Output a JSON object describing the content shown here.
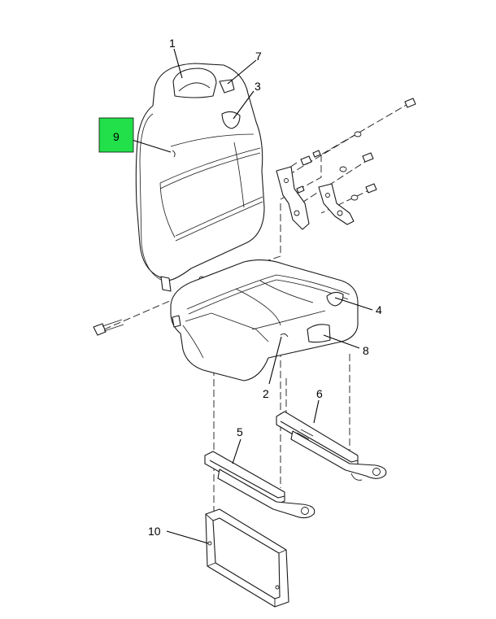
{
  "diagram": {
    "callouts": [
      {
        "id": "1",
        "label": "1"
      },
      {
        "id": "2",
        "label": "2"
      },
      {
        "id": "3",
        "label": "3"
      },
      {
        "id": "4",
        "label": "4"
      },
      {
        "id": "5",
        "label": "5"
      },
      {
        "id": "6",
        "label": "6"
      },
      {
        "id": "7",
        "label": "7"
      },
      {
        "id": "8",
        "label": "8"
      },
      {
        "id": "9",
        "label": "9"
      },
      {
        "id": "10",
        "label": "10"
      }
    ],
    "highlighted_callout": "9",
    "highlight_color": "#22e04a"
  }
}
